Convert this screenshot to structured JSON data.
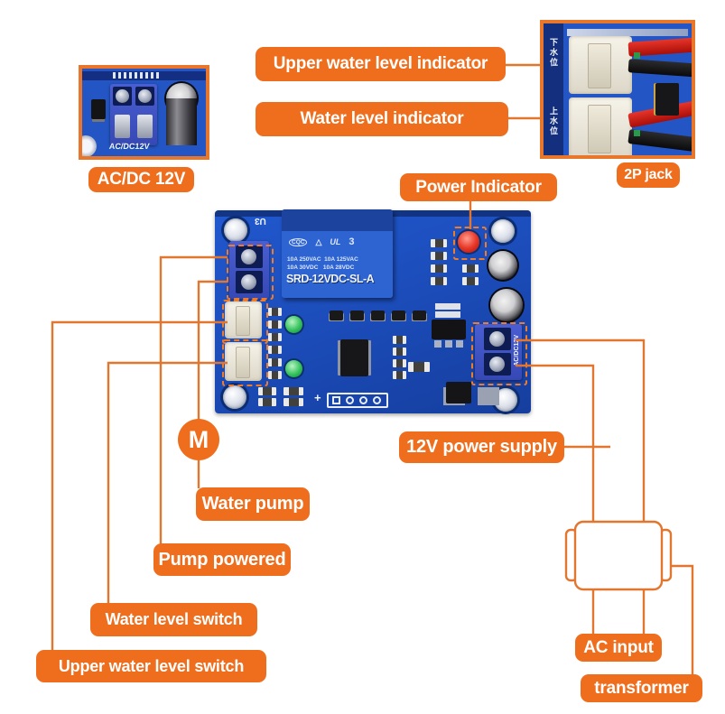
{
  "colors": {
    "accent_orange": "#ee6e1e",
    "line_orange": "#e2762e",
    "pcb_blue": "#1d50bd",
    "relay_blue": "#2d64d2",
    "red_led": "#e02414",
    "green_led": "#2fae4e"
  },
  "callouts": {
    "upper_water_level_indicator": "Upper water level indicator",
    "water_level_indicator": "Water level indicator",
    "jack_2p": "2P jack",
    "ac_dc_12v": "AC/DC 12V",
    "power_indicator": "Power Indicator",
    "power_supply_12v": "12V power supply",
    "water_pump": "Water pump",
    "pump_powered": "Pump powered",
    "water_level_switch": "Water level switch",
    "upper_water_level_switch": "Upper water level switch",
    "ac_input": "AC input",
    "transformer": "transformer",
    "motor_symbol": "M"
  },
  "board": {
    "relay": {
      "cert_cqc": "CQC",
      "cert_tri": "△",
      "cert_ul": "UL",
      "cert_num": "3",
      "rating_line1": "10A 250VAC  10A 125VAC",
      "rating_line2": "10A 30VDC   10A 28VDC",
      "model": "SRD-12VDC-SL-A"
    },
    "silkscreen_u3": "U3",
    "silkscreen_plus": "+",
    "right_terminal_label": "AC/DC12V"
  },
  "insets": {
    "ac_dc": {
      "silkscreen": "AC/DC12V"
    },
    "jack": {
      "label_lower_cn": "下水位",
      "label_upper_cn": "上水位"
    }
  }
}
